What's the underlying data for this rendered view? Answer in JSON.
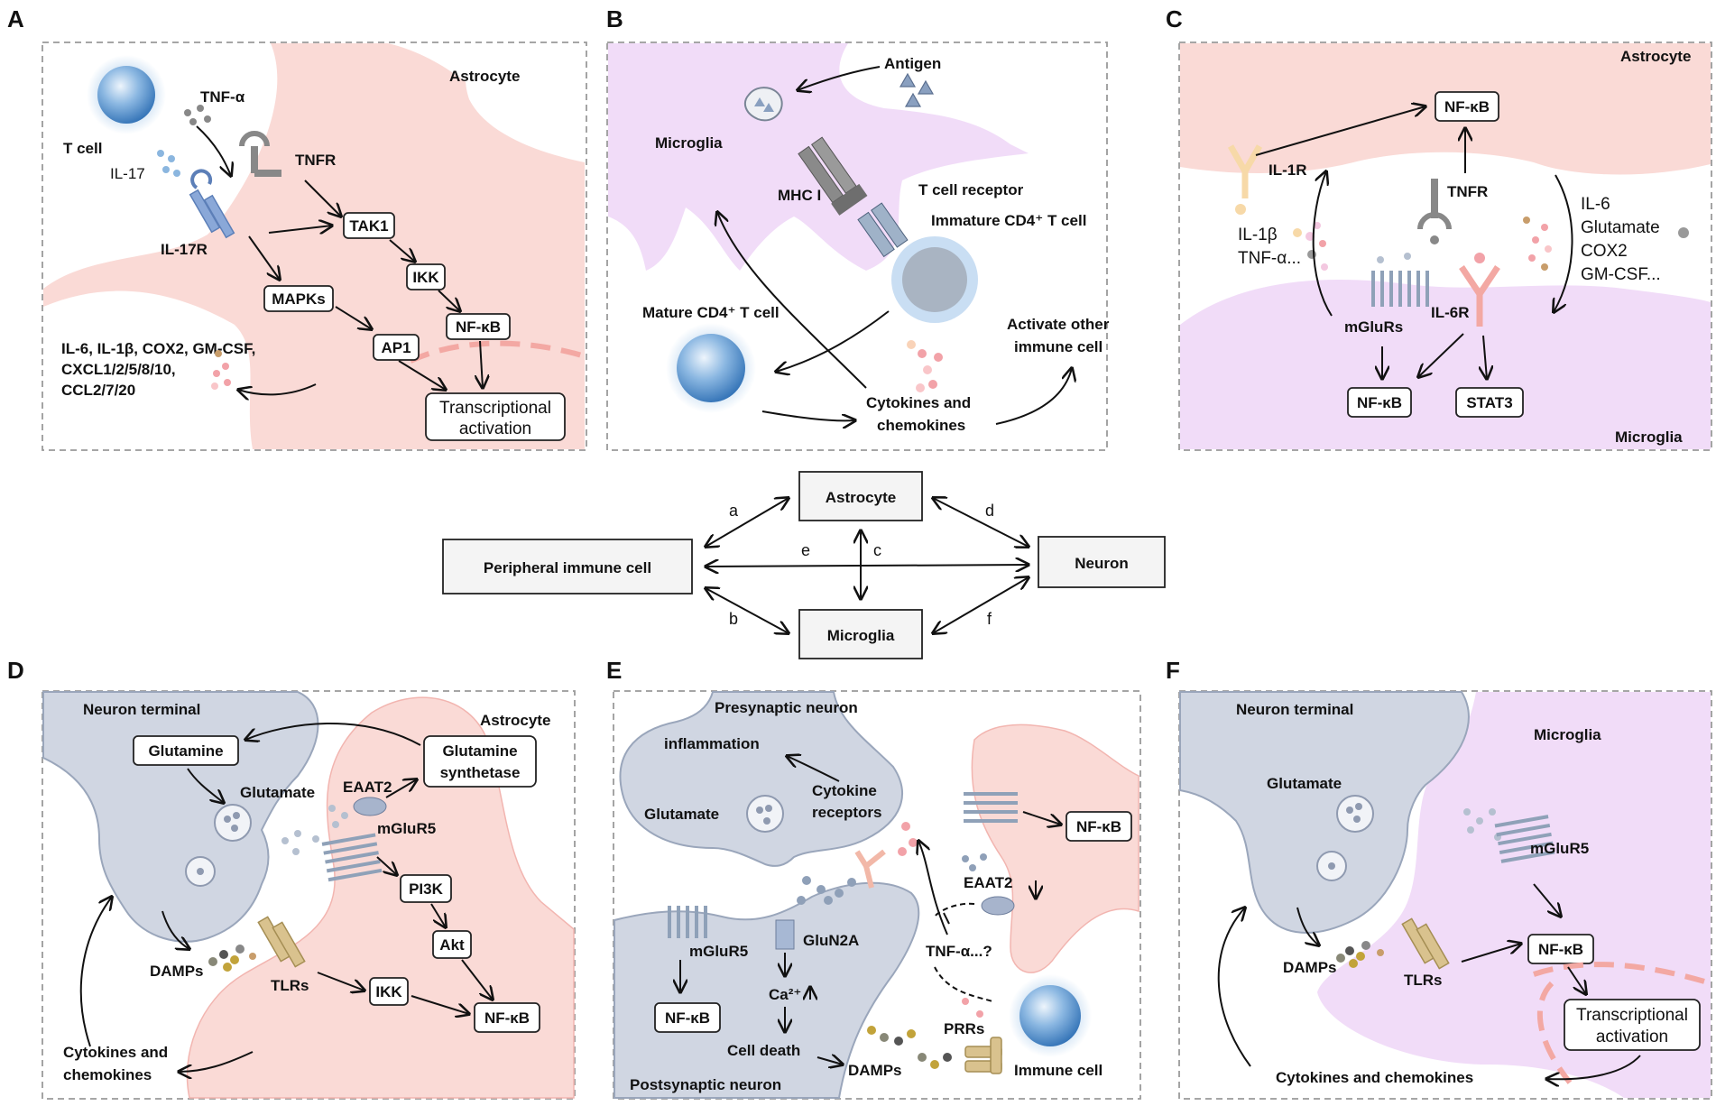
{
  "panels": {
    "A": {
      "letter": "A",
      "astrocyte": "Astrocyte",
      "tnf": "TNF-α",
      "tcell": "T cell",
      "il17": "IL-17",
      "tnfr": "TNFR",
      "il17r": "IL-17R",
      "tak1": "TAK1",
      "ikk": "IKK",
      "mapks": "MAPKs",
      "nfkb": "NF-κB",
      "ap1": "AP1",
      "cytokines_line1": "IL-6, IL-1β, COX2, GM-CSF,",
      "cytokines_line2": "CXCL1/2/5/8/10,",
      "cytokines_line3": "CCL2/7/20",
      "transcription_line1": "Transcriptional",
      "transcription_line2": "activation"
    },
    "B": {
      "letter": "B",
      "antigen": "Antigen",
      "microglia": "Microglia",
      "mhc": "MHC I",
      "tcr": "T cell receptor",
      "immature": "Immature CD4⁺ T cell",
      "mature": "Mature CD4⁺ T cell",
      "activate_line1": "Activate other",
      "activate_line2": "immune cell",
      "cyto_line1": "Cytokines and",
      "cyto_line2": "chemokines"
    },
    "C": {
      "letter": "C",
      "astrocyte": "Astrocyte",
      "nfkb_top": "NF-κB",
      "il1r": "IL-1R",
      "tnfr": "TNFR",
      "il1b": "IL-1β",
      "tnfa": "TNF-α...",
      "il6": "IL-6",
      "glutamate": "Glutamate",
      "cox2": "COX2",
      "gmcsf": "GM-CSF...",
      "il6r": "IL-6R",
      "mglurs": "mGluRs",
      "nfkb_bottom": "NF-κB",
      "stat3": "STAT3",
      "microglia": "Microglia"
    },
    "center": {
      "astrocyte": "Astrocyte",
      "microglia": "Microglia",
      "peripheral": "Peripheral immune cell",
      "neuron": "Neuron",
      "a": "a",
      "b": "b",
      "c": "c",
      "d": "d",
      "e": "e",
      "f": "f"
    },
    "D": {
      "letter": "D",
      "neuron_terminal": "Neuron terminal",
      "astrocyte": "Astrocyte",
      "glutamine": "Glutamine",
      "gs_line1": "Glutamine",
      "gs_line2": "synthetase",
      "glutamate": "Glutamate",
      "eaat2": "EAAT2",
      "mglur5": "mGluR5",
      "pi3k": "PI3K",
      "akt": "Akt",
      "damps": "DAMPs",
      "tlrs": "TLRs",
      "ikk": "IKK",
      "nfkb": "NF-κB",
      "cyto_line1": "Cytokines and",
      "cyto_line2": "chemokines"
    },
    "E": {
      "letter": "E",
      "presynaptic": "Presynaptic neuron",
      "inflammation": "inflammation",
      "glutamate": "Glutamate",
      "cyto_rec_line1": "Cytokine",
      "cyto_rec_line2": "receptors",
      "nfkb_right": "NF-κB",
      "eaat2": "EAAT2",
      "tnfq": "TNF-α...?",
      "mglur5": "mGluR5",
      "glun2a": "GluN2A",
      "ca": "Ca²⁺",
      "nfkb_left": "NF-κB",
      "cell_death": "Cell death",
      "damps": "DAMPs",
      "prrs": "PRRs",
      "immune_cell": "Immune cell",
      "postsynaptic": "Postsynaptic neuron"
    },
    "F": {
      "letter": "F",
      "neuron_terminal": "Neuron terminal",
      "microglia": "Microglia",
      "glutamate": "Glutamate",
      "mglur5": "mGluR5",
      "damps": "DAMPs",
      "tlrs": "TLRs",
      "nfkb": "NF-κB",
      "trans_line1": "Transcriptional",
      "trans_line2": "activation",
      "cyto": "Cytokines and chemokines"
    }
  },
  "colors": {
    "astrocyte_pink": "#fadad6",
    "microglia_purple": "#f1dcf8",
    "neuron_gray": "#d0d6e2",
    "tcell_blue": "#6d9fd0",
    "frame_gray": "#9a9a9a"
  }
}
